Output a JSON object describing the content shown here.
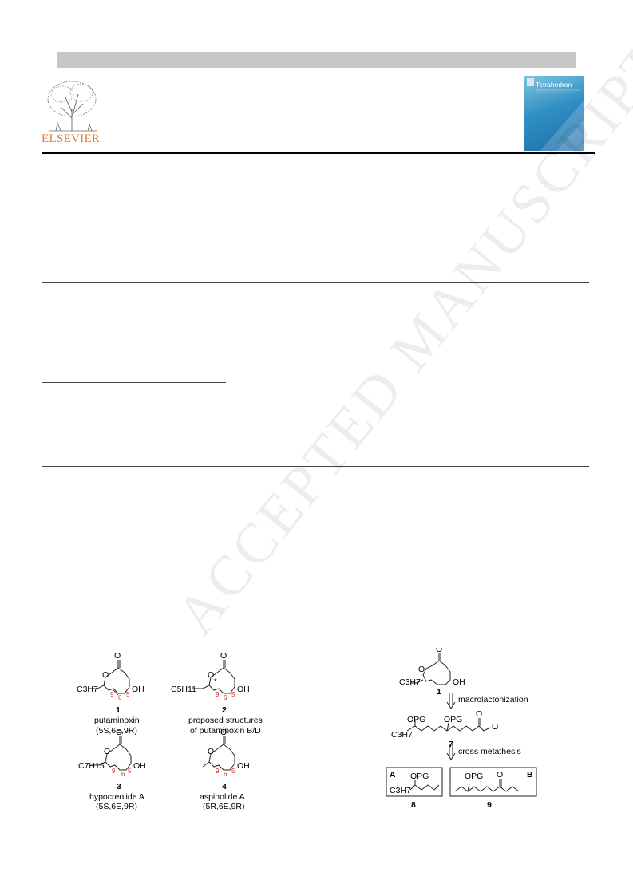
{
  "header": {
    "publisher": "ELSEVIER",
    "journal_cover_title": "Tetrahedron"
  },
  "watermark": "ACCEPTED MANUSCRIPT",
  "figure1": {
    "compounds": [
      {
        "number": "1",
        "name": "putaminoxin",
        "config": "(5S,6E,9R)",
        "substituent": "C3H7"
      },
      {
        "number": "2",
        "name": "proposed structures",
        "name2": "of putaminoxin B/D",
        "substituent": "C5H11"
      },
      {
        "number": "3",
        "name": "hypocreolide A",
        "config": "(5S,6E,9R)",
        "substituent": "C7H15"
      },
      {
        "number": "4",
        "name": "aspinolide A",
        "config": "(5R,6E,9R)",
        "substituent": ""
      }
    ],
    "atom_labels": {
      "c9": "9",
      "c6": "6",
      "c5": "5",
      "oh": "OH",
      "o": "O",
      "star": "*"
    }
  },
  "figure2": {
    "step1": "macrolactonization",
    "step2": "cross metathesis",
    "compound1": "1",
    "compound7": "7",
    "compound8": "8",
    "compound9": "9",
    "box_a": "A",
    "box_b": "B",
    "opg": "OPG",
    "oh": "OH",
    "o": "O",
    "c3h7": "C3H7"
  }
}
